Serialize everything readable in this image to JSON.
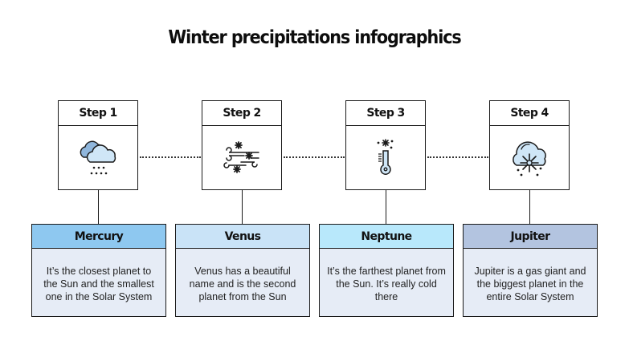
{
  "title": "Winter precipitations infographics",
  "colors": {
    "mercury": "#8ec8f0",
    "venus": "#c9e3f7",
    "neptune": "#b8e8fb",
    "jupiter": "#b3c4e0",
    "card_body": "#e6ecf6",
    "border": "#1a1a1a",
    "icon_fill": "#cfe6f7",
    "icon_fill_dark": "#8fb6dc"
  },
  "steps": [
    {
      "label": "Step 1",
      "icon": "rain-cloud-icon"
    },
    {
      "label": "Step 2",
      "icon": "wind-snow-icon"
    },
    {
      "label": "Step 3",
      "icon": "thermometer-snow-icon"
    },
    {
      "label": "Step 4",
      "icon": "snow-cloud-icon"
    }
  ],
  "cards": [
    {
      "title": "Mercury",
      "text": "It’s the closest planet to the Sun and the smallest one in the Solar System"
    },
    {
      "title": "Venus",
      "text": "Venus has a beautiful name and is the second planet from the Sun"
    },
    {
      "title": "Neptune",
      "text": "It’s the farthest planet from the Sun. It’s really cold there"
    },
    {
      "title": "Jupiter",
      "text": "Jupiter is a gas giant and the biggest planet in the entire Solar System"
    }
  ]
}
